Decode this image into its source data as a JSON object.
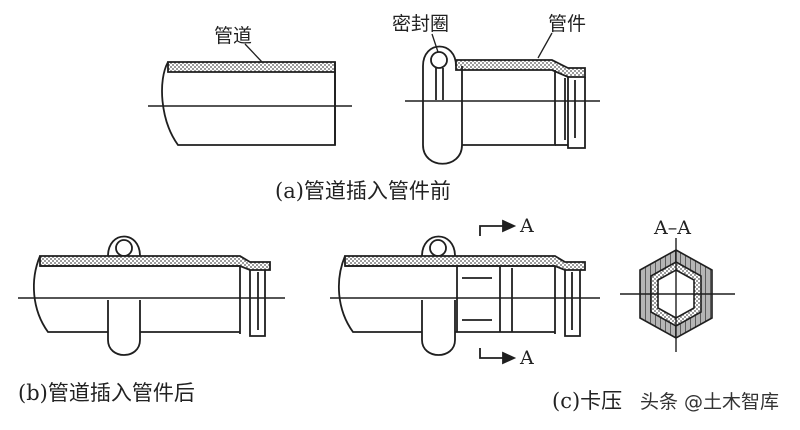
{
  "labels": {
    "pipe": "管道",
    "seal_ring": "密封圈",
    "fitting": "管件",
    "section_arrow_top": "A",
    "section_arrow_bottom": "A",
    "section_title": "A–A"
  },
  "captions": {
    "a": "(a)管道插入管件前",
    "b": "(b)管道插入管件后",
    "c": "(c)卡压"
  },
  "watermark": {
    "text": "头条 @土木智库"
  },
  "colors": {
    "line": "#1f1f1f",
    "hatch_fill": "#9a9a9a",
    "dot_fill": "#bdbdbd"
  }
}
